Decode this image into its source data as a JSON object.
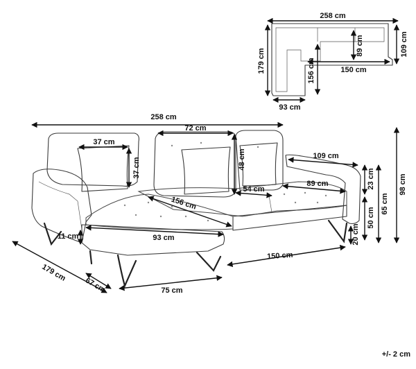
{
  "top_view": {
    "width": "258 cm",
    "depth": "109 cm",
    "inner_depth": "89 cm",
    "chaise_length": "179 cm",
    "chaise_inner_length": "156 cm",
    "section_width": "150 cm",
    "chaise_width": "93 cm"
  },
  "main_view": {
    "total_width": "258 cm",
    "cushion_width": "37 cm",
    "cushion_height": "37 cm",
    "back_cushion_width": "72 cm",
    "back_cushion_height": "48 cm",
    "seat_depth": "54 cm",
    "sofa_depth": "109 cm",
    "seat_inner_depth": "89 cm",
    "chaise_seat_length": "156 cm",
    "chaise_inner_width": "93 cm",
    "leg_clearance": "11 cm",
    "chaise_length": "179 cm",
    "chaise_leg_depth": "67 cm",
    "chaise_leg_width": "75 cm",
    "seat_section_width": "150 cm",
    "backrest_height": "23 cm",
    "seat_height": "50 cm",
    "arm_height": "65 cm",
    "total_height": "98 cm",
    "leg_height": "20 cm"
  },
  "tolerance": "+/- 2 cm"
}
